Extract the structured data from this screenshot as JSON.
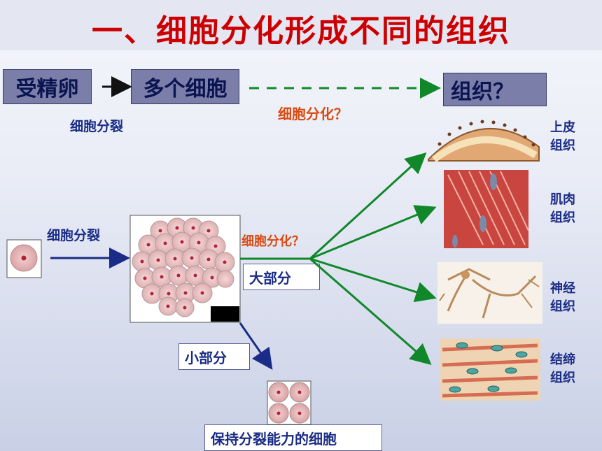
{
  "title": "一、细胞分化形成不同的组织",
  "flow": {
    "fertilized_egg": "受精卵",
    "many_cells": "多个细胞",
    "tissue_q": "组织？",
    "division_label": "细胞分裂",
    "differentiation_q": "细胞分化？"
  },
  "lower": {
    "division_label": "细胞分裂",
    "differentiation_q": "细胞分化？",
    "majority": "大部分",
    "minority": "小部分",
    "keep_dividing": "保持分裂能力的细胞"
  },
  "tissues": [
    {
      "line1": "上皮",
      "line2": "组织"
    },
    {
      "line1": "肌肉",
      "line2": "组织"
    },
    {
      "line1": "神经",
      "line2": "组织"
    },
    {
      "line1": "结缔",
      "line2": "组织"
    }
  ]
}
